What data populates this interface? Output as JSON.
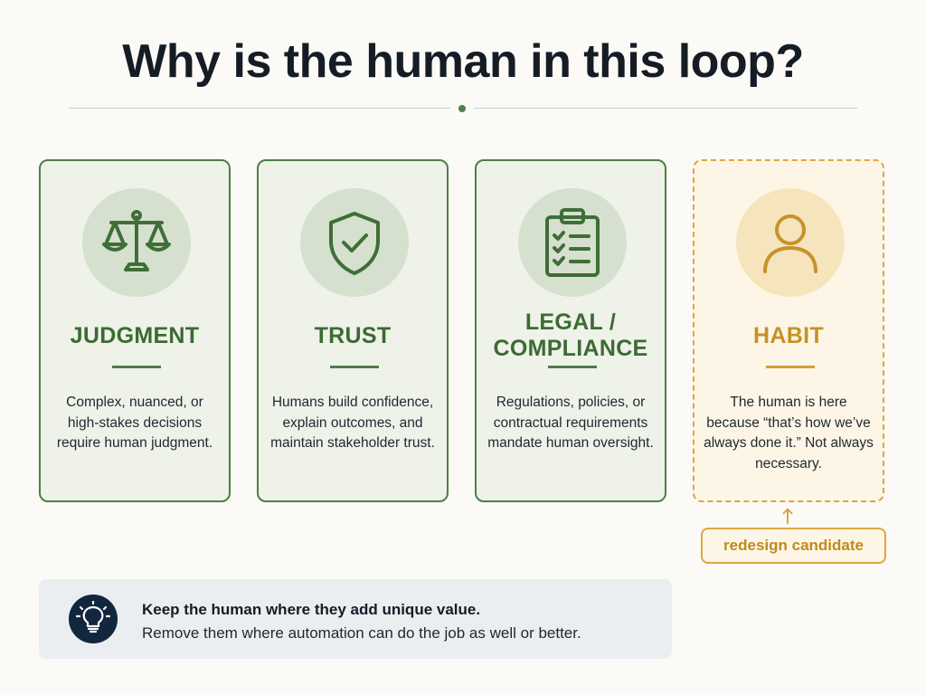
{
  "title": "Why is the human in this loop?",
  "cards": [
    {
      "title": "JUDGMENT",
      "description": "Complex, nuanced, or high-stakes decisions require human judgment.",
      "icon": "scales-icon"
    },
    {
      "title": "TRUST",
      "description": "Humans build confidence, explain outcomes, and maintain stakeholder trust.",
      "icon": "shield-check-icon"
    },
    {
      "title_line1": "LEGAL /",
      "title_line2": "COMPLIANCE",
      "description": "Regulations, policies, or contractual requirements mandate human oversight.",
      "icon": "clipboard-checklist-icon"
    },
    {
      "title": "HABIT",
      "description": "The human is here because “that’s how we’ve always done it.” Not always necessary.",
      "icon": "person-icon"
    }
  ],
  "redesign_label": "redesign candidate",
  "callout": {
    "headline": "Keep the human where they add unique value.",
    "subtext": "Remove them where automation can do the job as well or better.",
    "icon": "lightbulb-icon"
  },
  "colors": {
    "green": "#4e7e46",
    "amber": "#dca740",
    "navy": "#12263d"
  }
}
